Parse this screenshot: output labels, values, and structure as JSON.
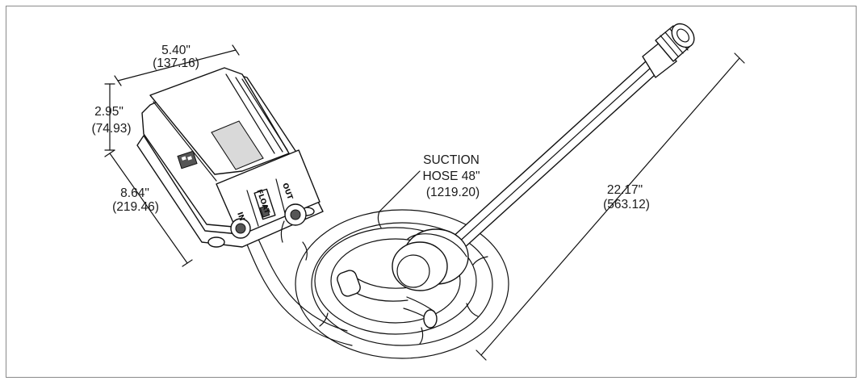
{
  "dimensions": {
    "width": {
      "inches": "5.40\"",
      "mm": "(137.16)"
    },
    "height": {
      "inches": "2.95\"",
      "mm": "(74.93)"
    },
    "depth": {
      "inches": "8.64\"",
      "mm": "(219.46)"
    },
    "tube_length": {
      "inches": "22.17\"",
      "mm": "(563.12)"
    }
  },
  "hose_label": {
    "line1": "SUCTION",
    "line2": "HOSE 48\"",
    "line3": "(1219.20)"
  },
  "ports": {
    "inlet": "IN",
    "float": "FLOAT",
    "outlet": "OUT"
  }
}
